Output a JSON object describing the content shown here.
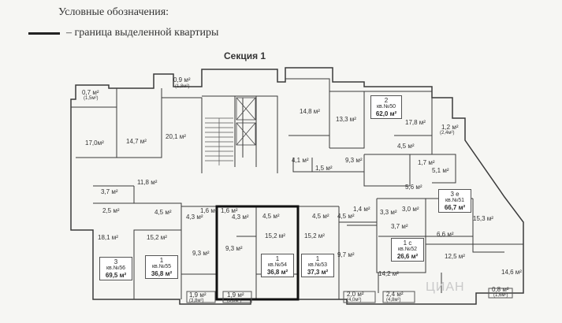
{
  "legend": {
    "title": "Условные обозначения:",
    "item_text": "– граница выделенной квартиры"
  },
  "section_title": "Секция 1",
  "areas": [
    {
      "id": "a07",
      "text": "0,7 м²",
      "sub": "(1,5м²)"
    },
    {
      "id": "a09",
      "text": "0,9 м²",
      "sub": "(1,8м²)"
    },
    {
      "id": "a170",
      "text": "17,0м²"
    },
    {
      "id": "a147",
      "text": "14,7 м²"
    },
    {
      "id": "a201",
      "text": "20,1 м²"
    },
    {
      "id": "a148",
      "text": "14,8 м²"
    },
    {
      "id": "a133",
      "text": "13,3 м²"
    },
    {
      "id": "a178",
      "text": "17,8 м²"
    },
    {
      "id": "a12",
      "text": "1,2 м²",
      "sub": "(2,4м²)"
    },
    {
      "id": "a45r",
      "text": "4,5 м²"
    },
    {
      "id": "a41",
      "text": "4,1 м²"
    },
    {
      "id": "a15",
      "text": "1,5 м²"
    },
    {
      "id": "a93c",
      "text": "9,3 м²"
    },
    {
      "id": "a17",
      "text": "1,7 м²"
    },
    {
      "id": "a51",
      "text": "5,1 м²"
    },
    {
      "id": "a118",
      "text": "11,8 м²"
    },
    {
      "id": "a56",
      "text": "5,6 м²"
    },
    {
      "id": "a37l",
      "text": "3,7 м²"
    },
    {
      "id": "a25",
      "text": "2,5 м²"
    },
    {
      "id": "a45a",
      "text": "4,5 м²"
    },
    {
      "id": "a43a",
      "text": "4,3 м²"
    },
    {
      "id": "a16a",
      "text": "1,6 м²"
    },
    {
      "id": "a16b",
      "text": "1,6 м²"
    },
    {
      "id": "a43b",
      "text": "4,3 м²"
    },
    {
      "id": "a45b",
      "text": "4,5 м²"
    },
    {
      "id": "a45c",
      "text": "4,5 м²"
    },
    {
      "id": "a45d",
      "text": "4,5 м²"
    },
    {
      "id": "a14",
      "text": "1,4 м²"
    },
    {
      "id": "a33",
      "text": "3,3 м²"
    },
    {
      "id": "a30",
      "text": "3,0 м²"
    },
    {
      "id": "a153r",
      "text": "15,3 м²"
    },
    {
      "id": "a37r",
      "text": "3,7 м²"
    },
    {
      "id": "a181",
      "text": "18,1 м²"
    },
    {
      "id": "a152a",
      "text": "15,2 м²"
    },
    {
      "id": "a93a",
      "text": "9,3 м²"
    },
    {
      "id": "a93b",
      "text": "9,3 м²"
    },
    {
      "id": "a152b",
      "text": "15,2 м²"
    },
    {
      "id": "a152c",
      "text": "15,2 м²"
    },
    {
      "id": "a97",
      "text": "9,7 м²"
    },
    {
      "id": "a66",
      "text": "6,6 м²"
    },
    {
      "id": "a125",
      "text": "12,5 м²"
    },
    {
      "id": "a142",
      "text": "14,2 м²"
    },
    {
      "id": "a146",
      "text": "14,6 м²"
    },
    {
      "id": "a19a",
      "text": "1,9 м²",
      "sub": "(3,8м²)"
    },
    {
      "id": "a19b",
      "text": "1,9 м²",
      "sub": "(3,8м²)"
    },
    {
      "id": "a20",
      "text": "2,0 м²",
      "sub": "(4,0м²)"
    },
    {
      "id": "a24",
      "text": "2,4 м²",
      "sub": "(4,8м²)"
    },
    {
      "id": "a08",
      "text": "0,8 м²",
      "sub": "(1,6м²)"
    }
  ],
  "apartments": [
    {
      "id": "kv50",
      "rooms": "2",
      "num": "кв.№50",
      "area": "62,0 м²"
    },
    {
      "id": "kv51",
      "rooms": "3 е",
      "num": "кв.№51",
      "area": "66,7 м²"
    },
    {
      "id": "kv52",
      "rooms": "1 с",
      "num": "кв.№52",
      "area": "26,6 м²"
    },
    {
      "id": "kv53",
      "rooms": "1",
      "num": "кв.№53",
      "area": "37,3 м²"
    },
    {
      "id": "kv54",
      "rooms": "1",
      "num": "кв.№54",
      "area": "36,8 м²"
    },
    {
      "id": "kv55",
      "rooms": "1",
      "num": "кв.№55",
      "area": "36,8 м²"
    },
    {
      "id": "kv56",
      "rooms": "3",
      "num": "кв.№56",
      "area": "69,5 м²"
    }
  ],
  "watermark": "ЦИАН",
  "colors": {
    "wall": "#3a3a3a",
    "highlight": "#111111",
    "background": "#f6f6f3"
  }
}
